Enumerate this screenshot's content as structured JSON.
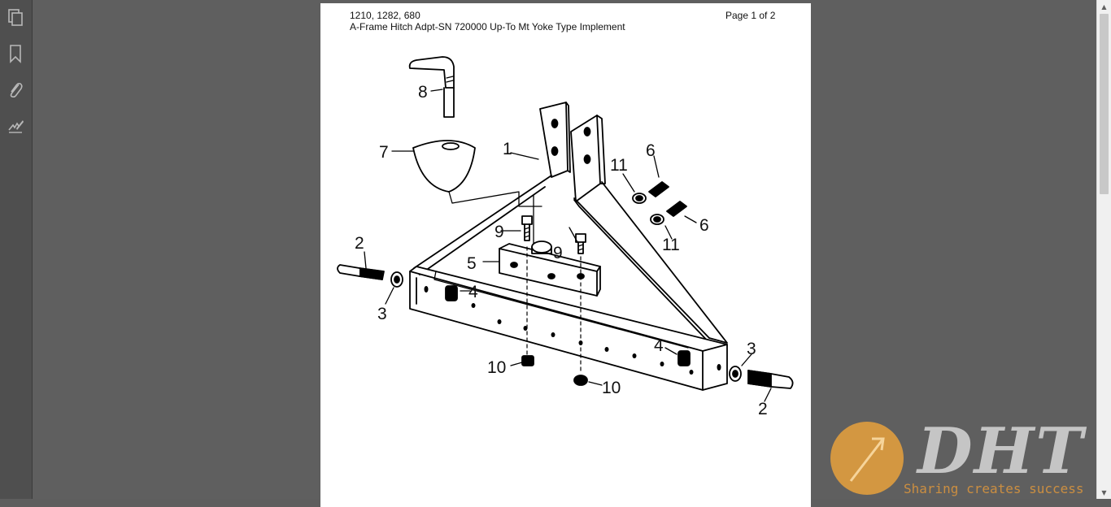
{
  "nav_pane": {
    "icons": [
      "pages-icon",
      "bookmarks-icon",
      "attachments-icon",
      "signatures-icon"
    ]
  },
  "page_header": {
    "models": "1210, 1282, 680",
    "title": "A-Frame Hitch Adpt-SN 720000 Up-To Mt Yoke Type Implement",
    "page_indicator": "Page 1 of 2"
  },
  "diagram": {
    "callouts": [
      "1",
      "2",
      "2",
      "3",
      "3",
      "4",
      "4",
      "5",
      "6",
      "6",
      "7",
      "8",
      "9",
      "9",
      "10",
      "10",
      "11",
      "11"
    ]
  },
  "watermark": {
    "letters": "DHT",
    "tagline": "Sharing creates success"
  },
  "colors": {
    "page": "#ffffff",
    "background": "#5e5e5e",
    "logo_circle": "#e8a13c"
  }
}
